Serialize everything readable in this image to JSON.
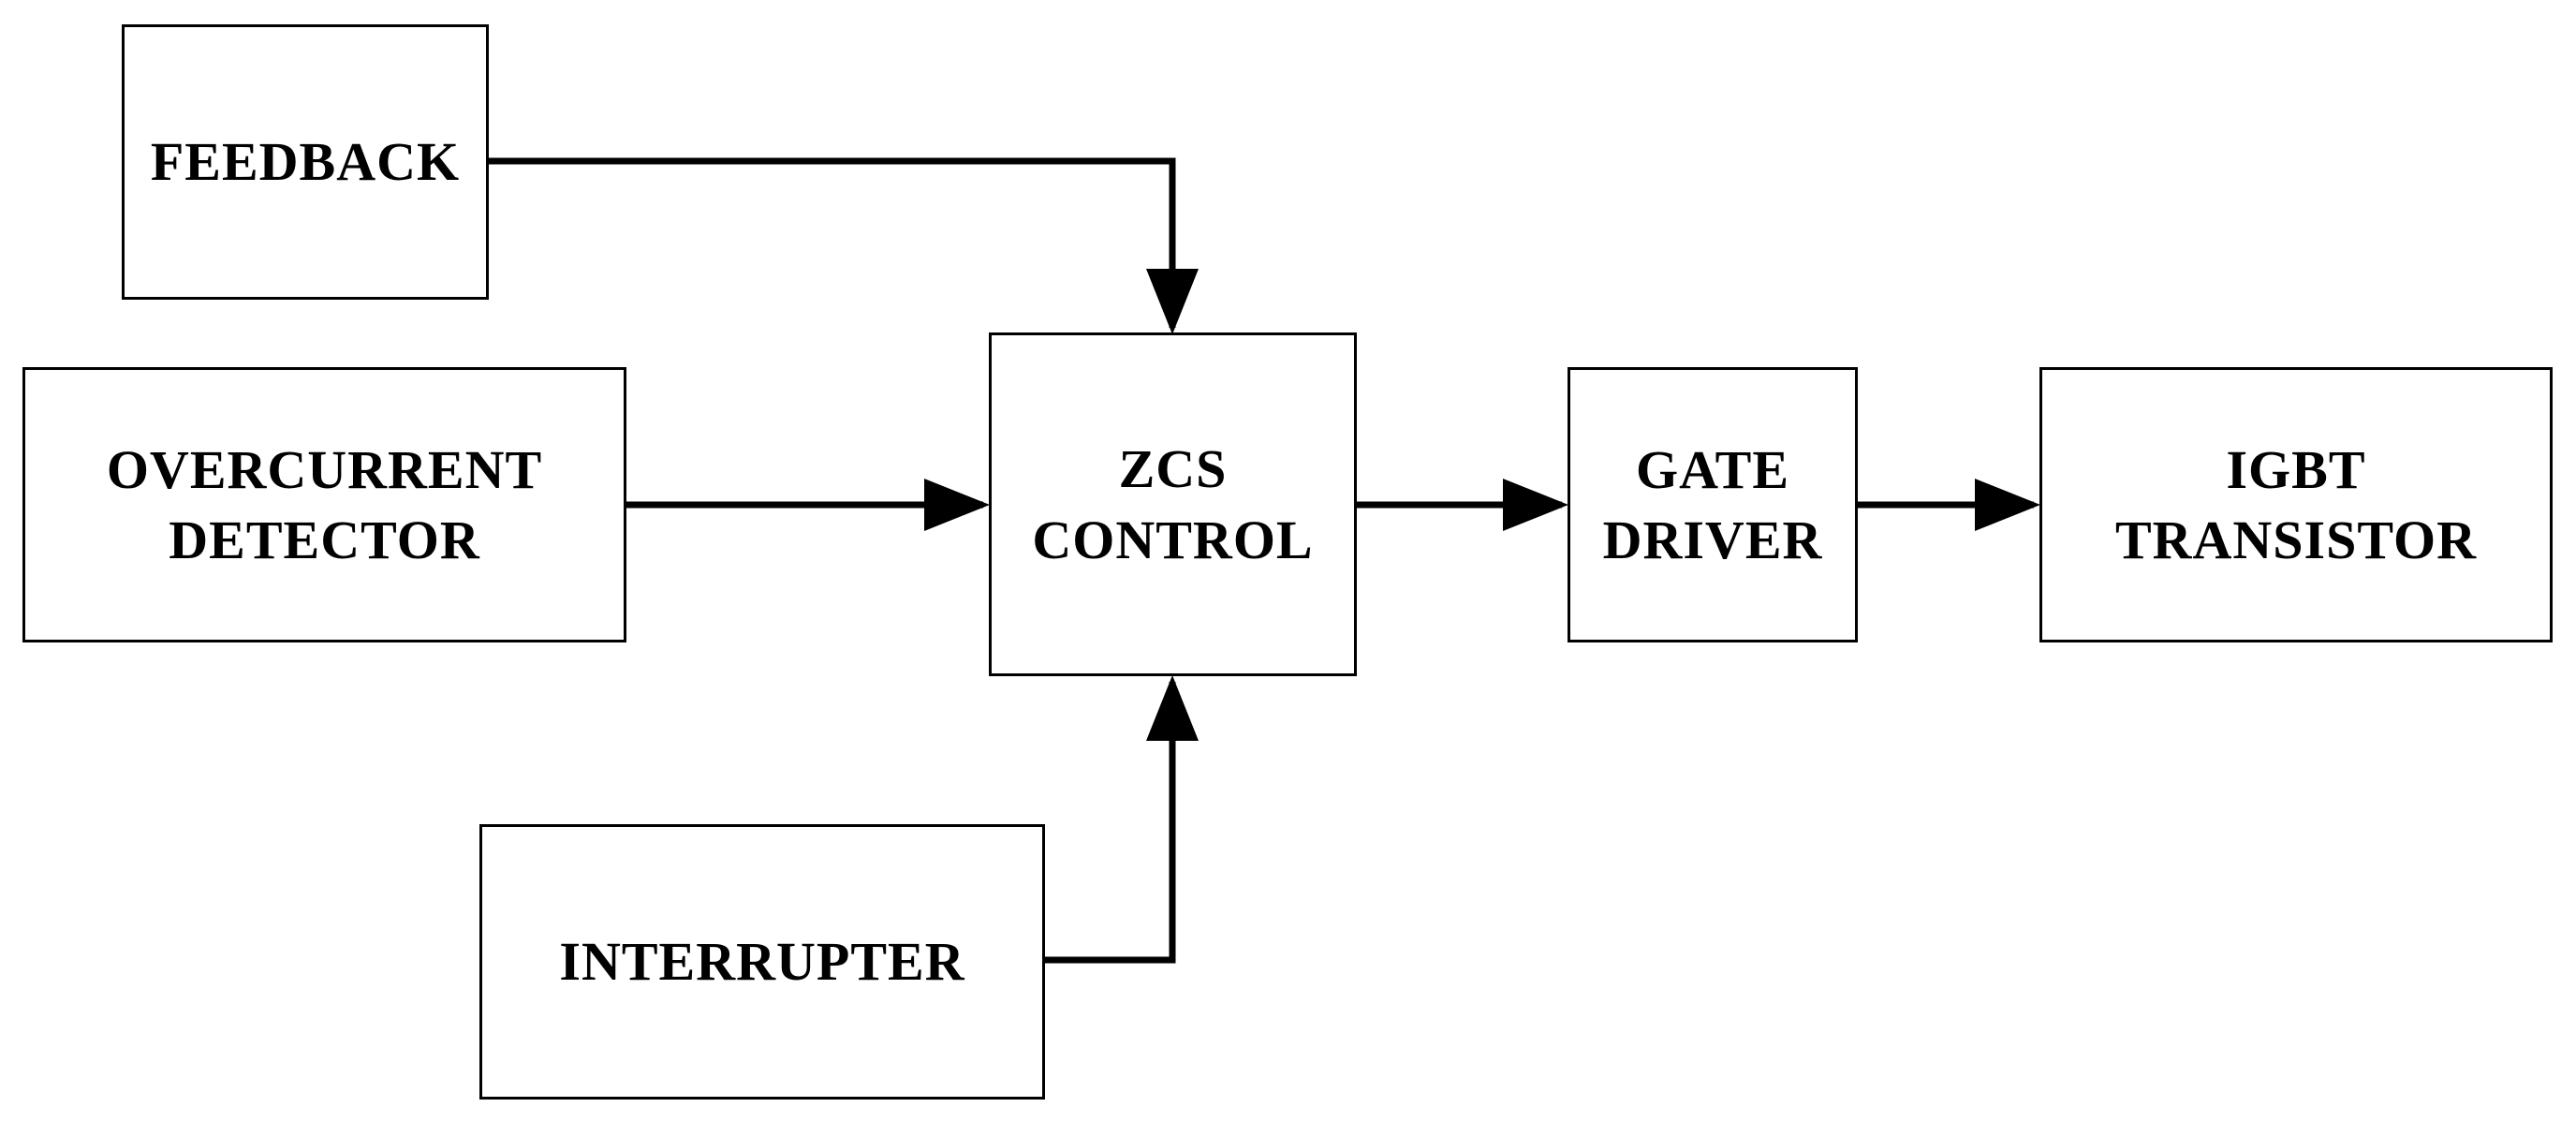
{
  "diagram": {
    "blocks": {
      "feedback": "FEEDBACK",
      "overcurrent": "OVERCURRENT\nDETECTOR",
      "zcs": "ZCS\nCONTROL",
      "interrupter": "INTERRUPTER",
      "gate": "GATE\nDRIVER",
      "igbt": "IGBT\nTRANSISTOR"
    },
    "colors": {
      "line": "#000000",
      "background": "#ffffff"
    }
  }
}
